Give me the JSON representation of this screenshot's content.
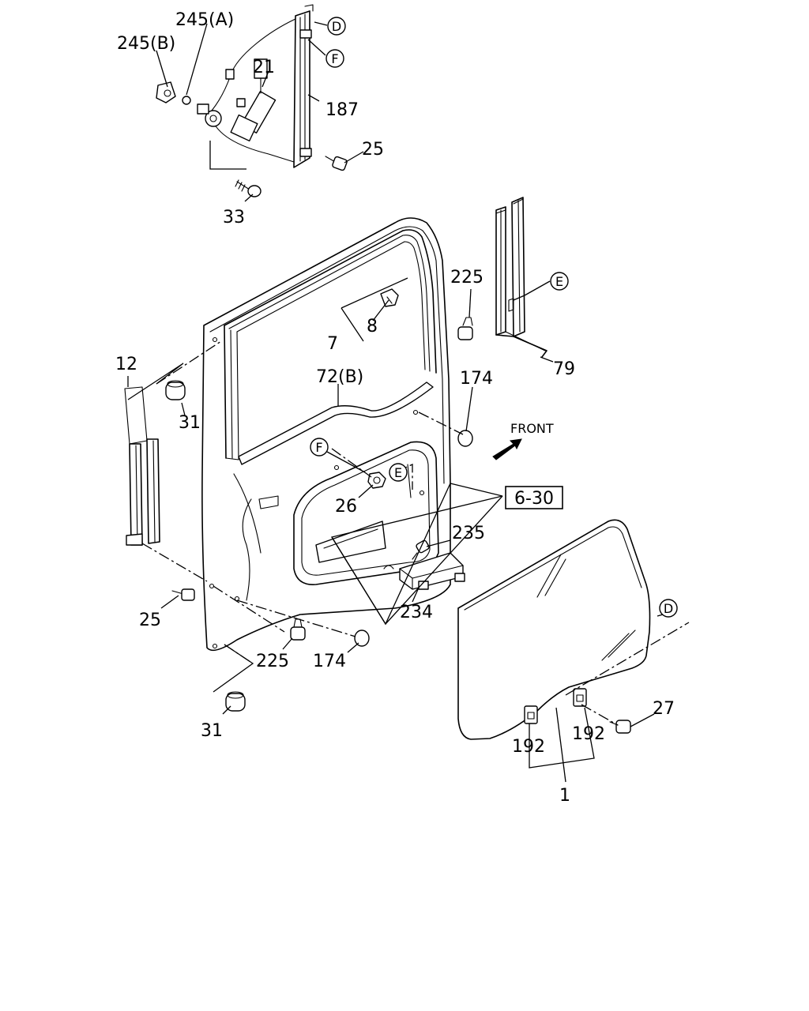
{
  "labels": {
    "l245A": "245(A)",
    "l245B": "245(B)",
    "l21": "21",
    "l187": "187",
    "l25a": "25",
    "l33": "33",
    "l225a": "225",
    "l8": "8",
    "l7": "7",
    "l79": "79",
    "l12": "12",
    "l72B": "72(B)",
    "l174a": "174",
    "l31a": "31",
    "lfront": "FRONT",
    "l26": "26",
    "l630": "6-30",
    "l235": "235",
    "l234": "234",
    "l25b": "25",
    "l225b": "225",
    "l174b": "174",
    "l31b": "31",
    "l27": "27",
    "l192a": "192",
    "l192b": "192",
    "l1": "1"
  },
  "refs": {
    "D": "D",
    "F": "F",
    "E": "E"
  }
}
